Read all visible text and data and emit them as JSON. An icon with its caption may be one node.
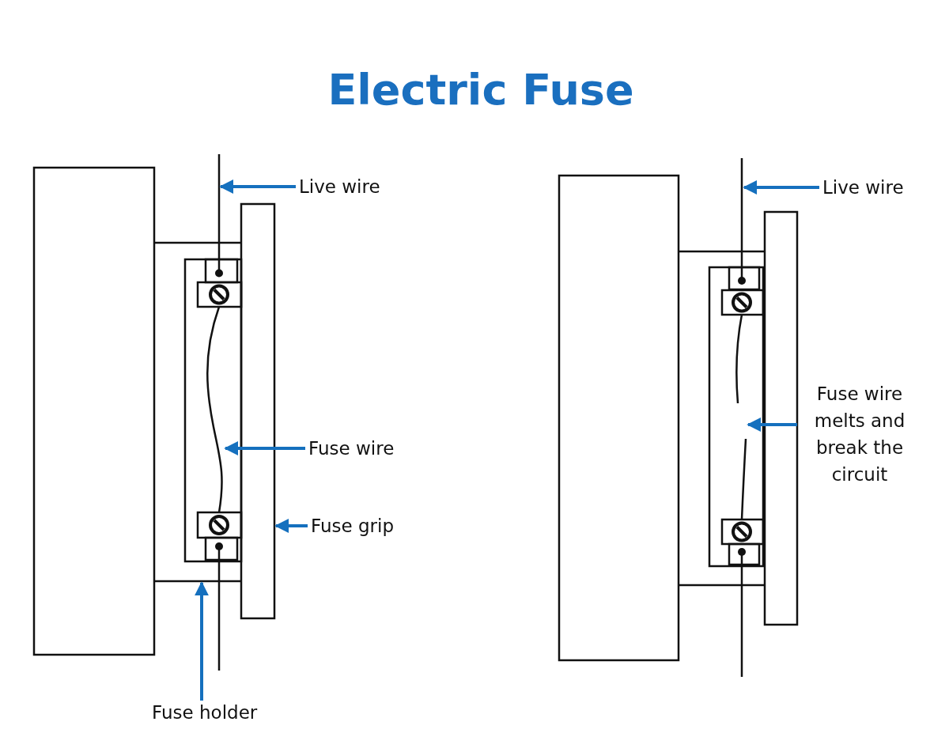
{
  "diagram": {
    "title": "Electric Fuse",
    "nodes": [
      {
        "text": [
          "Live wire"
        ]
      },
      {
        "text": [],
        "shape": "box"
      },
      {
        "text": [],
        "shape": "box"
      },
      {
        "text": [],
        "shape": "line",
        "in": 2
      },
      {
        "text": [],
        "shape": "line"
      },
      {
        "text": [],
        "shape": "box"
      },
      {
        "text": [
          "Fuse wire"
        ]
      },
      {
        "text": [
          "Fuse grip"
        ]
      },
      {
        "text": [
          "Fuse holder"
        ]
      },
      {
        "text": [
          "Live wire"
        ]
      },
      {
        "text": [],
        "shape": "box"
      },
      {
        "text": [],
        "shape": "box"
      },
      {
        "text": [],
        "shape": "line",
        "in": 11
      },
      {
        "text": [],
        "shape": "line"
      },
      {
        "text": [],
        "shape": "box"
      },
      {
        "text": [
          "Fuse wire melts and break the circuit"
        ]
      }
    ],
    "edges": [
      {
        "from": 0,
        "to": 4,
        "arrow": "to"
      },
      {
        "from": 6,
        "to": 3,
        "arrow": "to"
      },
      {
        "from": 7,
        "to": 5,
        "arrow": "to"
      },
      {
        "from": 8,
        "to": 2,
        "arrow": "to"
      },
      {
        "from": 9,
        "to": 13,
        "arrow": "to"
      },
      {
        "from": 15,
        "to": 12,
        "arrow": "to"
      }
    ]
  }
}
